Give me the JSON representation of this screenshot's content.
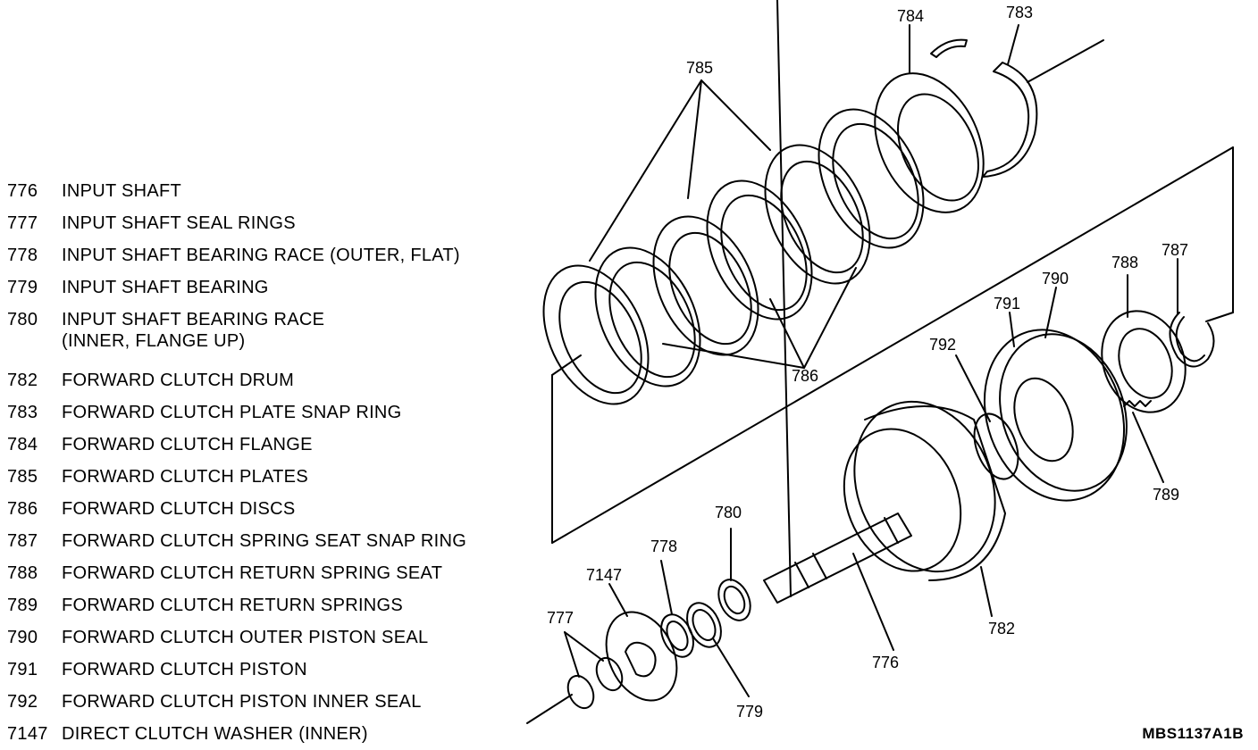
{
  "legend": [
    {
      "number": "776",
      "description": "INPUT SHAFT"
    },
    {
      "number": "777",
      "description": "INPUT SHAFT SEAL RINGS"
    },
    {
      "number": "778",
      "description": "INPUT SHAFT BEARING RACE (OUTER, FLAT)"
    },
    {
      "number": "779",
      "description": "INPUT SHAFT BEARING"
    },
    {
      "number": "780",
      "description": "INPUT SHAFT BEARING RACE\n(INNER, FLANGE UP)"
    },
    {
      "number": "782",
      "description": "FORWARD CLUTCH DRUM"
    },
    {
      "number": "783",
      "description": "FORWARD CLUTCH PLATE SNAP RING"
    },
    {
      "number": "784",
      "description": "FORWARD CLUTCH FLANGE"
    },
    {
      "number": "785",
      "description": "FORWARD CLUTCH PLATES"
    },
    {
      "number": "786",
      "description": "FORWARD CLUTCH DISCS"
    },
    {
      "number": "787",
      "description": "FORWARD CLUTCH SPRING SEAT SNAP RING"
    },
    {
      "number": "788",
      "description": "FORWARD CLUTCH RETURN SPRING SEAT"
    },
    {
      "number": "789",
      "description": "FORWARD CLUTCH RETURN SPRINGS"
    },
    {
      "number": "790",
      "description": "FORWARD CLUTCH OUTER PISTON SEAL"
    },
    {
      "number": "791",
      "description": "FORWARD CLUTCH PISTON"
    },
    {
      "number": "792",
      "description": "FORWARD CLUTCH PISTON INNER SEAL"
    },
    {
      "number": "7147",
      "description": "DIRECT CLUTCH WASHER (INNER)"
    }
  ],
  "callouts": {
    "c784": "784",
    "c783": "783",
    "c785": "785",
    "c786": "786",
    "c787": "787",
    "c788": "788",
    "c790": "790",
    "c791": "791",
    "c792": "792",
    "c789": "789",
    "c780": "780",
    "c778": "778",
    "c7147": "7147",
    "c777": "777",
    "c779": "779",
    "c776": "776",
    "c782": "782"
  },
  "figure_code": "MBS1137A1B"
}
